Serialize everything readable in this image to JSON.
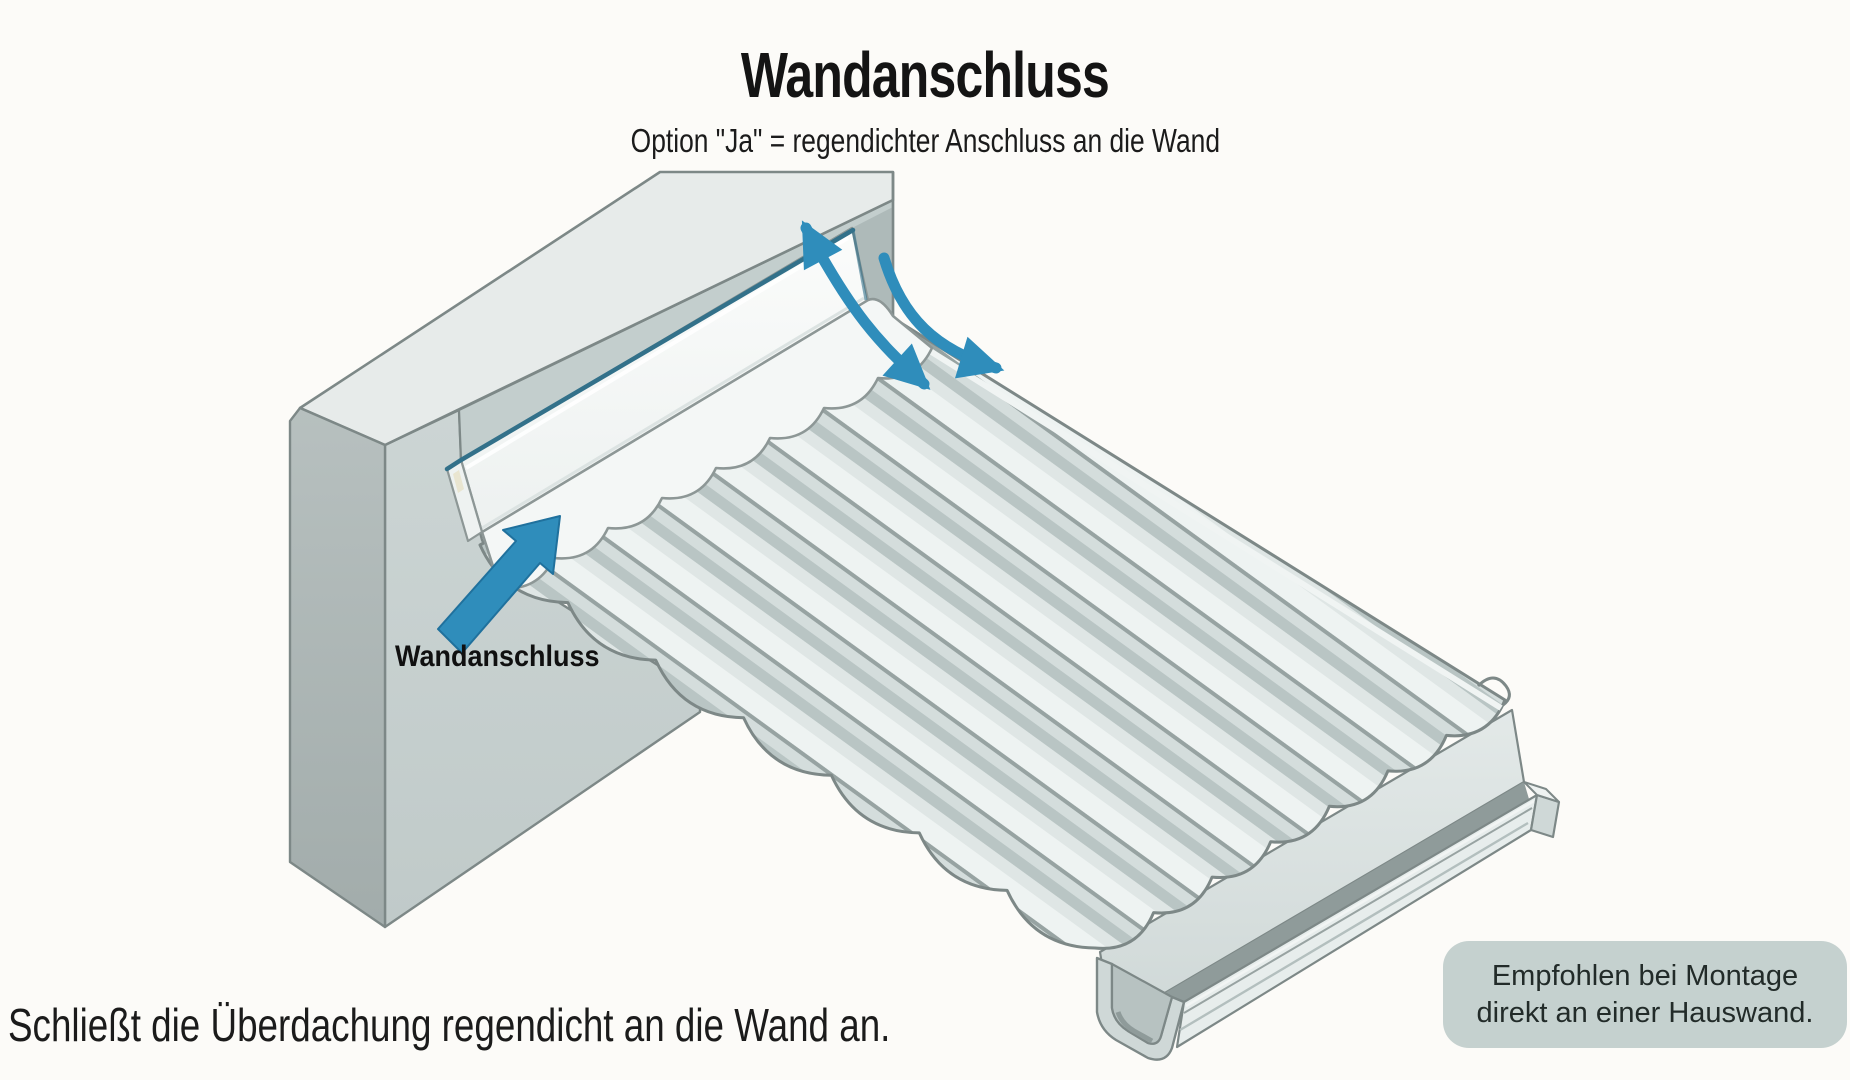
{
  "header": {
    "title": "Wandanschluss",
    "subtitle": "Option \"Ja\" = regendichter Anschluss an die Wand"
  },
  "diagram": {
    "pointer_label": "Wandanschluss",
    "colors": {
      "accent_blue": "#2f8dbb",
      "flashing_edge_teal": "#33718a",
      "wall_gray": "#c9d2d1",
      "panel_light": "#eef3f2",
      "note_box_bg": "#c5d1cf"
    }
  },
  "footer": {
    "caption": "Schließt die Überdachung regendicht an die Wand an."
  },
  "note_box": {
    "line1": "Empfohlen bei Montage",
    "line2": "direkt an einer Hauswand."
  }
}
